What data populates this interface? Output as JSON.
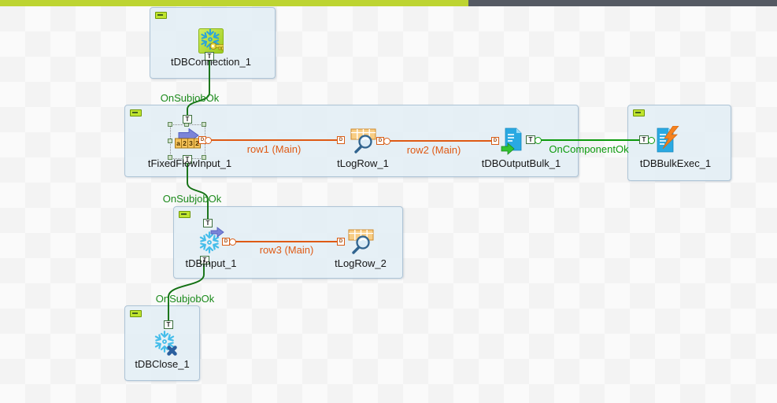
{
  "titlebar": {
    "left_color": "#bdd431",
    "right_color": "#555a63"
  },
  "components": [
    {
      "label": "tDBConnection_1",
      "icon": "snowflake-connection"
    },
    {
      "label": "tFixedFlowInput_1",
      "icon": "fixed-flow-input",
      "selected": true
    },
    {
      "label": "tLogRow_1",
      "icon": "log-row"
    },
    {
      "label": "tDBOutputBulk_1",
      "icon": "db-output-bulk"
    },
    {
      "label": "tDBBulkExec_1",
      "icon": "db-bulk-exec"
    },
    {
      "label": "tDBInput_1",
      "icon": "snowflake-input"
    },
    {
      "label": "tLogRow_2",
      "icon": "log-row"
    },
    {
      "label": "tDBClose_1",
      "icon": "snowflake-close"
    }
  ],
  "connections": {
    "onsubjobok_1": "OnSubjobOk",
    "onsubjobok_2": "OnSubjobOk",
    "onsubjobok_3": "OnSubjobOk",
    "oncomponentok": "OnComponentOk",
    "row1": "row1 (Main)",
    "row2": "row2 (Main)",
    "row3": "row3 (Main)"
  },
  "connector_glyphs": {
    "trigger": "T",
    "data": "D"
  },
  "icon_text": {
    "fixed_flow_cells": [
      "a",
      "2",
      "3",
      "2"
    ]
  },
  "wire_colors": {
    "trigger_subjob": "#127012",
    "trigger_component": "#0c9a0c",
    "row": "#df5a14"
  }
}
